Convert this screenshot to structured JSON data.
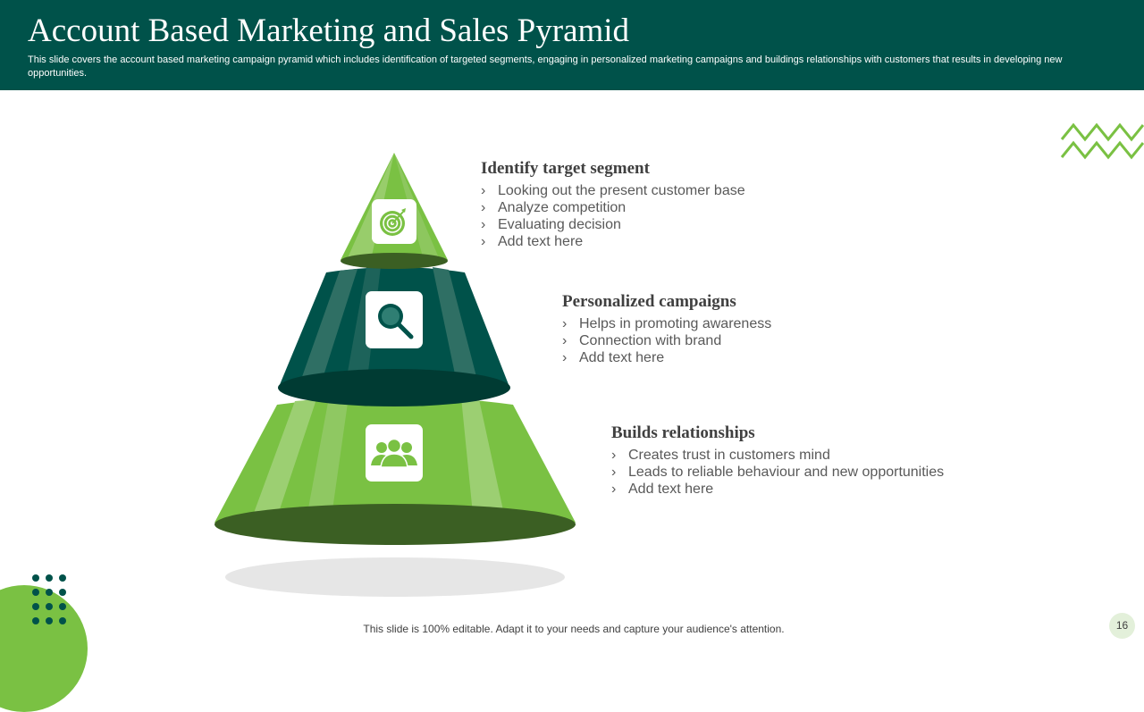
{
  "header": {
    "title": "Account Based Marketing and Sales Pyramid",
    "subtitle": "This slide covers the account based marketing campaign pyramid which includes identification of targeted segments, engaging in personalized marketing campaigns and buildings relationships with customers that results in developing new opportunities."
  },
  "levels": [
    {
      "heading": "Identify target segment",
      "icon": "target-icon",
      "items": [
        "Looking out the present customer base",
        "Analyze competition",
        "Evaluating decision",
        "Add text here"
      ]
    },
    {
      "heading": "Personalized campaigns",
      "icon": "search-icon",
      "items": [
        "Helps in promoting awareness",
        "Connection with brand",
        "Add text here"
      ]
    },
    {
      "heading": "Builds relationships",
      "icon": "users-icon",
      "items": [
        "Creates trust in customers mind",
        "Leads to reliable behaviour and new opportunities",
        "Add text here"
      ]
    }
  ],
  "bullet_glyph": "›",
  "footer": {
    "note": "This slide is 100% editable. Adapt it to your needs and capture your audience's attention."
  },
  "page_number": "16",
  "colors": {
    "header_bg": "#00524a",
    "light_green": "#7ac143",
    "dark_green": "#00524a",
    "text": "#404040"
  }
}
